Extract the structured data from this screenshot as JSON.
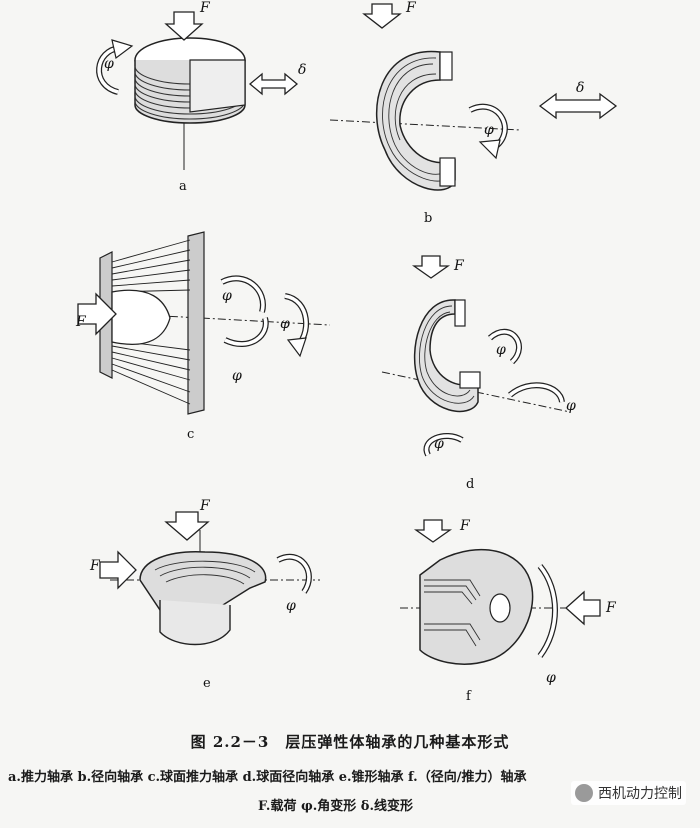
{
  "figure": {
    "panel_labels": [
      "a",
      "b",
      "c",
      "d",
      "e",
      "f"
    ],
    "symbols": {
      "F": "F",
      "phi": "φ",
      "delta": "δ"
    }
  },
  "caption": {
    "title": "图 2.2－3　层压弹性体轴承的几种基本形式",
    "line1": "a.推力轴承  b.径向轴承  c.球面推力轴承  d.球面径向轴承  e.锥形轴承  f.（径向/推力）轴承",
    "line2": "F.载荷  φ.角变形  δ.线变形"
  },
  "watermark": {
    "text": "西机动力控制"
  }
}
